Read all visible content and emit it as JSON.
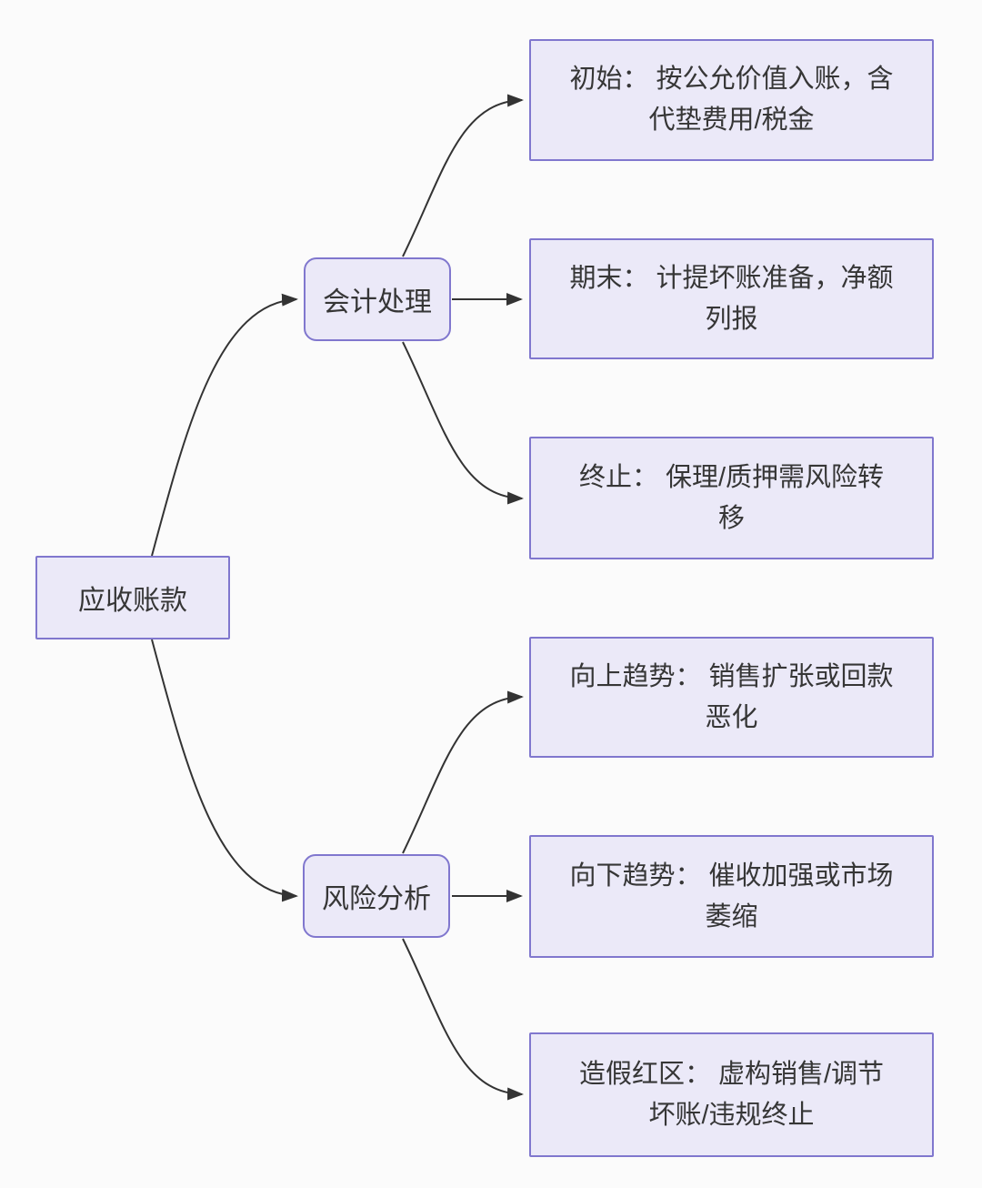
{
  "colors": {
    "background": "#fbfbfb",
    "node_fill": "#ebe9f8",
    "node_border": "#8077ce",
    "edge": "#333333",
    "text": "#363636"
  },
  "diagram": {
    "type": "flowchart-mindmap",
    "direction": "left-to-right",
    "root": {
      "label": "应收账款"
    },
    "branches": [
      {
        "label": "会计处理",
        "children": [
          {
            "lines": [
              "初始： 按公允价值入账，含",
              "代垫费用/税金"
            ]
          },
          {
            "lines": [
              "期末： 计提坏账准备，净额",
              "列报"
            ]
          },
          {
            "lines": [
              "终止： 保理/质押需风险转",
              "移"
            ]
          }
        ]
      },
      {
        "label": "风险分析",
        "children": [
          {
            "lines": [
              "向上趋势： 销售扩张或回款",
              "恶化"
            ]
          },
          {
            "lines": [
              "向下趋势： 催收加强或市场",
              "萎缩"
            ]
          },
          {
            "lines": [
              "造假红区： 虚构销售/调节",
              "坏账/违规终止"
            ]
          }
        ]
      }
    ]
  }
}
